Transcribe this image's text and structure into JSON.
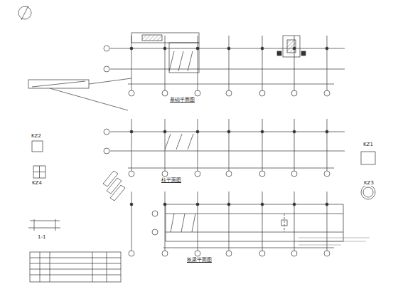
{
  "diagram": {
    "labels": [
      "基础平面图",
      "柱平面图",
      "板梁平面图",
      "KZ2",
      "KZ1",
      "KZ4",
      "KZ3",
      "1-1"
    ]
  }
}
